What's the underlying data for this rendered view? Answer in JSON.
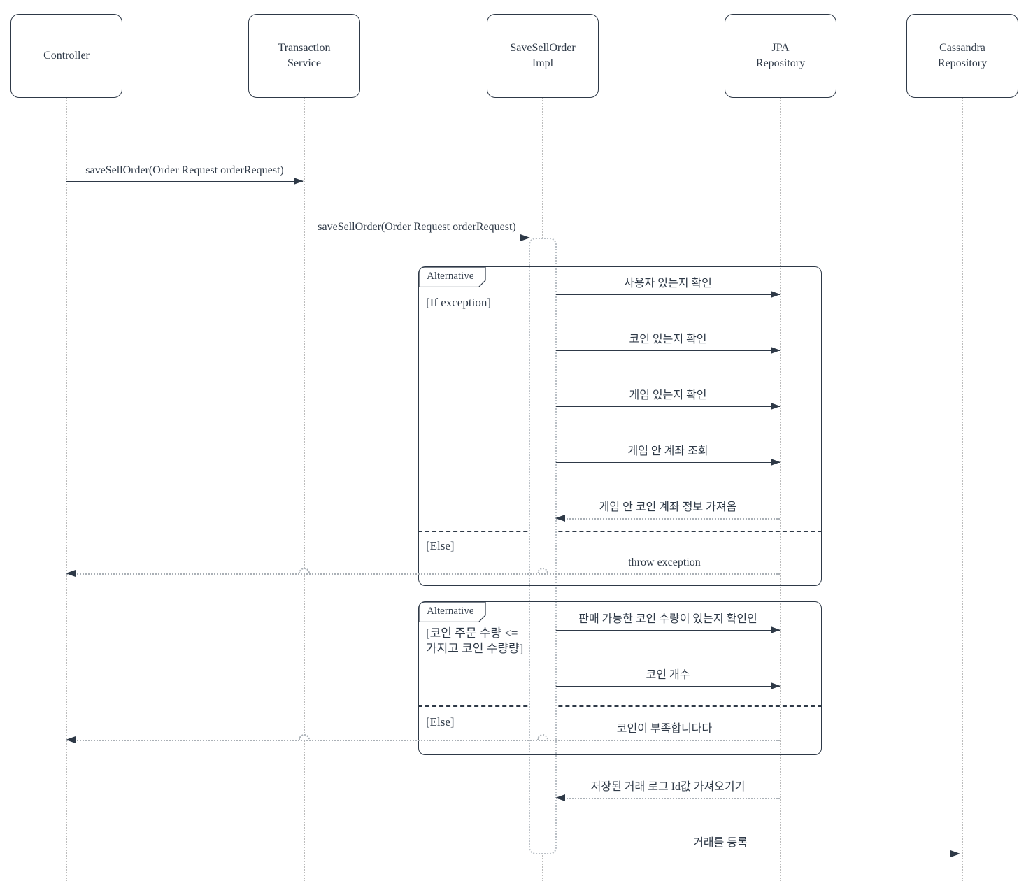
{
  "diagram_type": "uml-sequence",
  "colors": {
    "line": "#2e3947",
    "lifeline": "#bcbcbc",
    "return_line": "#aab0b6",
    "background": "#ffffff"
  },
  "actors": [
    {
      "id": "controller",
      "lines": [
        "Controller"
      ]
    },
    {
      "id": "transaction-service",
      "lines": [
        "Transaction",
        "Service"
      ]
    },
    {
      "id": "save-sell-order-impl",
      "lines": [
        "SaveSellOrder",
        "Impl"
      ]
    },
    {
      "id": "jpa-repository",
      "lines": [
        "JPA",
        "Repository"
      ]
    },
    {
      "id": "cassandra-repository",
      "lines": [
        "Cassandra",
        "Repository"
      ]
    }
  ],
  "fragments": [
    {
      "title": "Alternative",
      "condition_lines": [
        "[If exception]"
      ],
      "else_label": "[Else]"
    },
    {
      "title": "Alternative",
      "condition_lines": [
        "[코인 주문 수량 <=",
        "가지고 코인 수량량]"
      ],
      "else_label": "[Else]"
    }
  ],
  "messages": [
    {
      "label": "saveSellOrder(Order Request orderRequest)",
      "from": "Controller",
      "to": "Transaction Service",
      "style": "solid",
      "direction": "right"
    },
    {
      "label": "saveSellOrder(Order Request orderRequest)",
      "from": "Transaction Service",
      "to": "SaveSellOrder Impl",
      "style": "solid",
      "direction": "right"
    },
    {
      "label": "사용자 있는지 확인",
      "from": "SaveSellOrder Impl",
      "to": "JPA Repository",
      "style": "solid",
      "direction": "right"
    },
    {
      "label": "코인 있는지 확인",
      "from": "SaveSellOrder Impl",
      "to": "JPA Repository",
      "style": "solid",
      "direction": "right"
    },
    {
      "label": "게임 있는지 확인",
      "from": "SaveSellOrder Impl",
      "to": "JPA Repository",
      "style": "solid",
      "direction": "right"
    },
    {
      "label": "게임 안 계좌 조회",
      "from": "SaveSellOrder Impl",
      "to": "JPA Repository",
      "style": "solid",
      "direction": "right"
    },
    {
      "label": "게임 안 코인 계좌 정보 가져옴",
      "from": "JPA Repository",
      "to": "SaveSellOrder Impl",
      "style": "return",
      "direction": "left"
    },
    {
      "label": "throw exception",
      "from": "JPA Repository",
      "to": "Controller",
      "style": "return",
      "direction": "left"
    },
    {
      "label": "판매 가능한 코인 수량이 있는지 확인인",
      "from": "SaveSellOrder Impl",
      "to": "JPA Repository",
      "style": "solid",
      "direction": "right"
    },
    {
      "label": "코인 개수",
      "from": "SaveSellOrder Impl",
      "to": "JPA Repository",
      "style": "solid",
      "direction": "right"
    },
    {
      "label": "코인이 부족합니다다",
      "from": "JPA Repository",
      "to": "Controller",
      "style": "return",
      "direction": "left"
    },
    {
      "label": "저장된 거래 로그 Id값 가져오기기",
      "from": "JPA Repository",
      "to": "SaveSellOrder Impl",
      "style": "return",
      "direction": "left"
    },
    {
      "label": "거래를 등록",
      "from": "SaveSellOrder Impl",
      "to": "Cassandra Repository",
      "style": "solid",
      "direction": "right"
    }
  ]
}
